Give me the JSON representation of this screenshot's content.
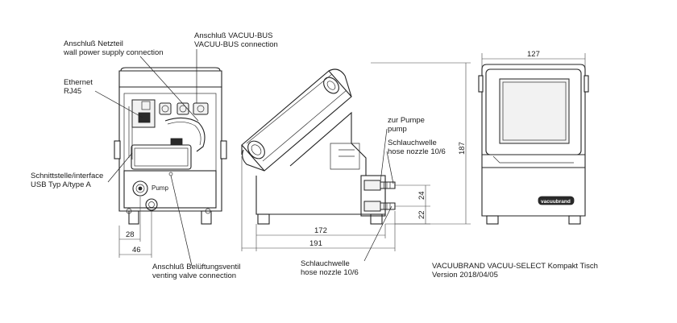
{
  "callouts": {
    "power": [
      "Anschluß Netzteil",
      "wall power supply connection"
    ],
    "vacuubus": [
      "Anschluß VACUU-BUS",
      "VACUU-BUS connection"
    ],
    "ethernet": [
      "Ethernet",
      "RJ45"
    ],
    "usb": [
      "Schnittstelle/interface",
      "USB Typ A/type A"
    ],
    "venting": [
      "Anschluß Belüftungsventil",
      "venting valve connection"
    ],
    "pump": [
      "zur Pumpe",
      "pump"
    ],
    "hose_upper": [
      "Schlauchwelle",
      "hose nozzle 10/6"
    ],
    "hose_lower": [
      "Schlauchwelle",
      "hose nozzle 10/6"
    ]
  },
  "device_labels": {
    "pump_port": "Pump",
    "brand_badge": "vacuubrand"
  },
  "dimensions": {
    "front_width": "127",
    "height": "187",
    "side_depth": "191",
    "side_base": "172",
    "nozzle_spacing": "24",
    "nozzle_height": "22",
    "rear_offset_a": "28",
    "rear_offset_b": "46"
  },
  "title_block": {
    "line1": "VACUUBRAND VACUU-SELECT Kompakt Tisch",
    "line2": "Version 2018/04/05"
  }
}
